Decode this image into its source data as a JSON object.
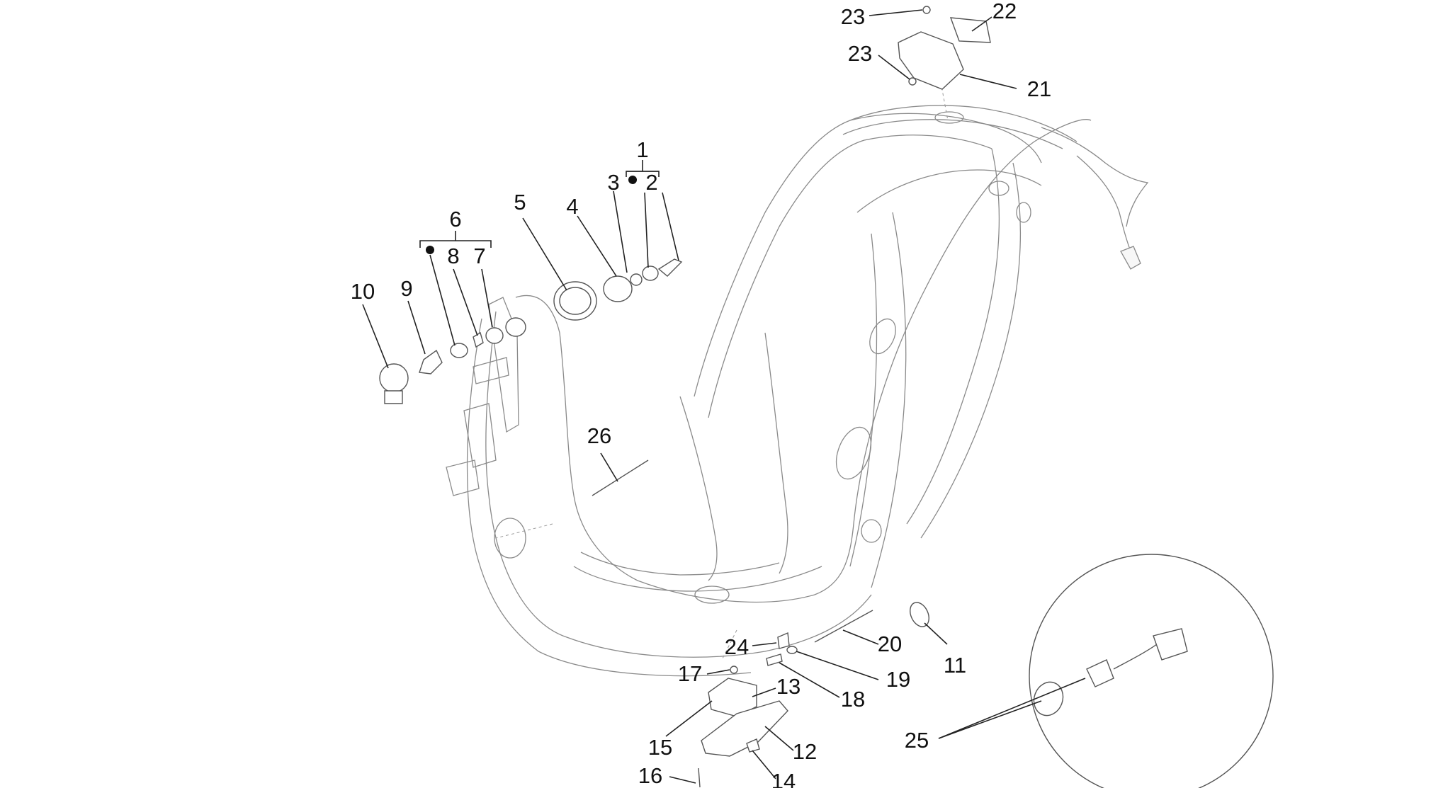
{
  "callouts": [
    {
      "id": "p1",
      "text": "1"
    },
    {
      "id": "p2",
      "text": "2"
    },
    {
      "id": "p3",
      "text": "3"
    },
    {
      "id": "p4",
      "text": "4"
    },
    {
      "id": "p5",
      "text": "5"
    },
    {
      "id": "p6",
      "text": "6"
    },
    {
      "id": "p7",
      "text": "7"
    },
    {
      "id": "p8",
      "text": "8"
    },
    {
      "id": "p9",
      "text": "9"
    },
    {
      "id": "p10",
      "text": "10"
    },
    {
      "id": "p11",
      "text": "11"
    },
    {
      "id": "p12",
      "text": "12"
    },
    {
      "id": "p13",
      "text": "13"
    },
    {
      "id": "p14",
      "text": "14"
    },
    {
      "id": "p15",
      "text": "15"
    },
    {
      "id": "p16",
      "text": "16"
    },
    {
      "id": "p17",
      "text": "17"
    },
    {
      "id": "p18",
      "text": "18"
    },
    {
      "id": "p19",
      "text": "19"
    },
    {
      "id": "p20",
      "text": "20"
    },
    {
      "id": "p21",
      "text": "21"
    },
    {
      "id": "p22",
      "text": "22"
    },
    {
      "id": "p23a",
      "text": "23"
    },
    {
      "id": "p23b",
      "text": "23"
    },
    {
      "id": "p24",
      "text": "24"
    },
    {
      "id": "p25",
      "text": "25"
    },
    {
      "id": "p26",
      "text": "26"
    }
  ],
  "colors": {
    "line": "#222222",
    "part": "#555555",
    "frame": "#8a8a8a",
    "background": "#ffffff"
  }
}
